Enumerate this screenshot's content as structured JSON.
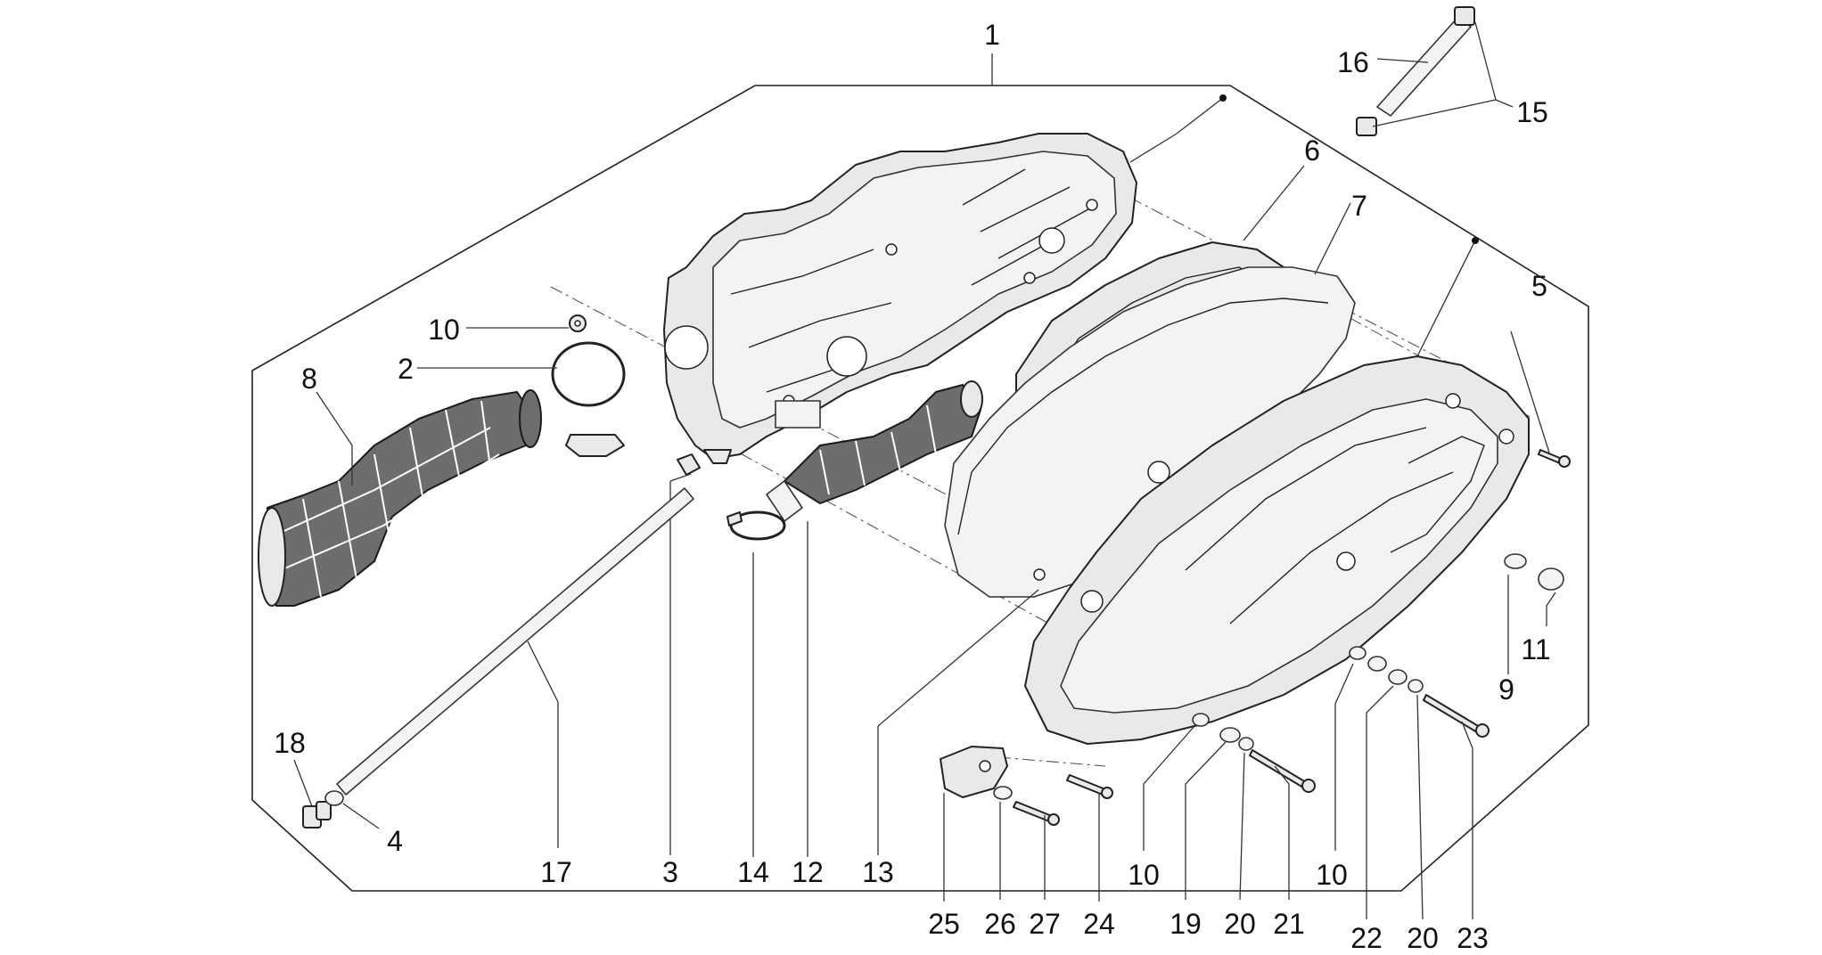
{
  "diagram": {
    "callouts": {
      "c1": "1",
      "c2": "2",
      "c3": "3",
      "c4": "4",
      "c5": "5",
      "c6": "6",
      "c7": "7",
      "c8": "8",
      "c9": "9",
      "c10a": "10",
      "c10b": "10",
      "c10c": "10",
      "c11": "11",
      "c12": "12",
      "c13": "13",
      "c14": "14",
      "c15": "15",
      "c16": "16",
      "c17": "17",
      "c18": "18",
      "c19": "19",
      "c20a": "20",
      "c20b": "20",
      "c21": "21",
      "c22": "22",
      "c23": "23",
      "c24": "24",
      "c25": "25",
      "c26": "26",
      "c27": "27"
    }
  }
}
